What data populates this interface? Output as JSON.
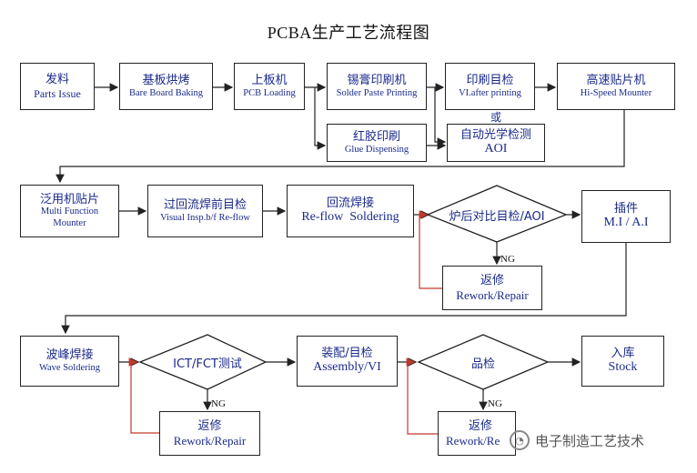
{
  "title": "PCBA生产工艺流程图",
  "nodes": {
    "parts_issue": {
      "zh": "发料",
      "en": "Parts Issue"
    },
    "bare_board": {
      "zh": "基板烘烤",
      "en": "Bare Board Baking"
    },
    "pcb_loading": {
      "zh": "上板机",
      "en": "PCB Loading"
    },
    "solder_paste": {
      "zh": "锡膏印刷机",
      "en": "Solder Paste Printing"
    },
    "vi_after_print": {
      "zh": "印刷目检",
      "en": "VI.after printing"
    },
    "hi_speed": {
      "zh": "高速贴片机",
      "en": "Hi-Speed Mounter"
    },
    "glue": {
      "zh": "红胶印刷",
      "en": "Glue Dispensing"
    },
    "aoi": {
      "zh": "自动光学检测",
      "en": "AOI"
    },
    "multi_function": {
      "zh": "泛用机贴片",
      "en": "Multi Function Mounter"
    },
    "visual_insp": {
      "zh": "过回流焊前目检",
      "en": "Visual Insp.b/f Re-flow"
    },
    "reflow": {
      "zh": "回流焊接",
      "en": "Re-flow  Soldering"
    },
    "post_reflow_check": {
      "zh": "炉后对比目检/AOI",
      "en": ""
    },
    "mi_ai": {
      "zh": "插件",
      "en": "M.I / A.I"
    },
    "rework1": {
      "zh": "返修",
      "en": "Rework/Repair"
    },
    "wave": {
      "zh": "波峰焊接",
      "en": "Wave Soldering"
    },
    "ict_fct": {
      "zh": "ICT/FCT测试",
      "en": ""
    },
    "assembly": {
      "zh": "装配/目检",
      "en": "Assembly/VI"
    },
    "qc": {
      "zh": "品检",
      "en": ""
    },
    "stock": {
      "zh": "入库",
      "en": "Stock"
    },
    "rework2": {
      "zh": "返修",
      "en": "Rework/Repair"
    },
    "rework3": {
      "zh": "返修",
      "en": "Rework/Re"
    }
  },
  "labels": {
    "or": "或",
    "ng": "NG"
  },
  "watermark": "电子制造工艺技术",
  "colors": {
    "line": "#222222",
    "feedback": "#c0392b",
    "text": "#1b2a8a"
  }
}
